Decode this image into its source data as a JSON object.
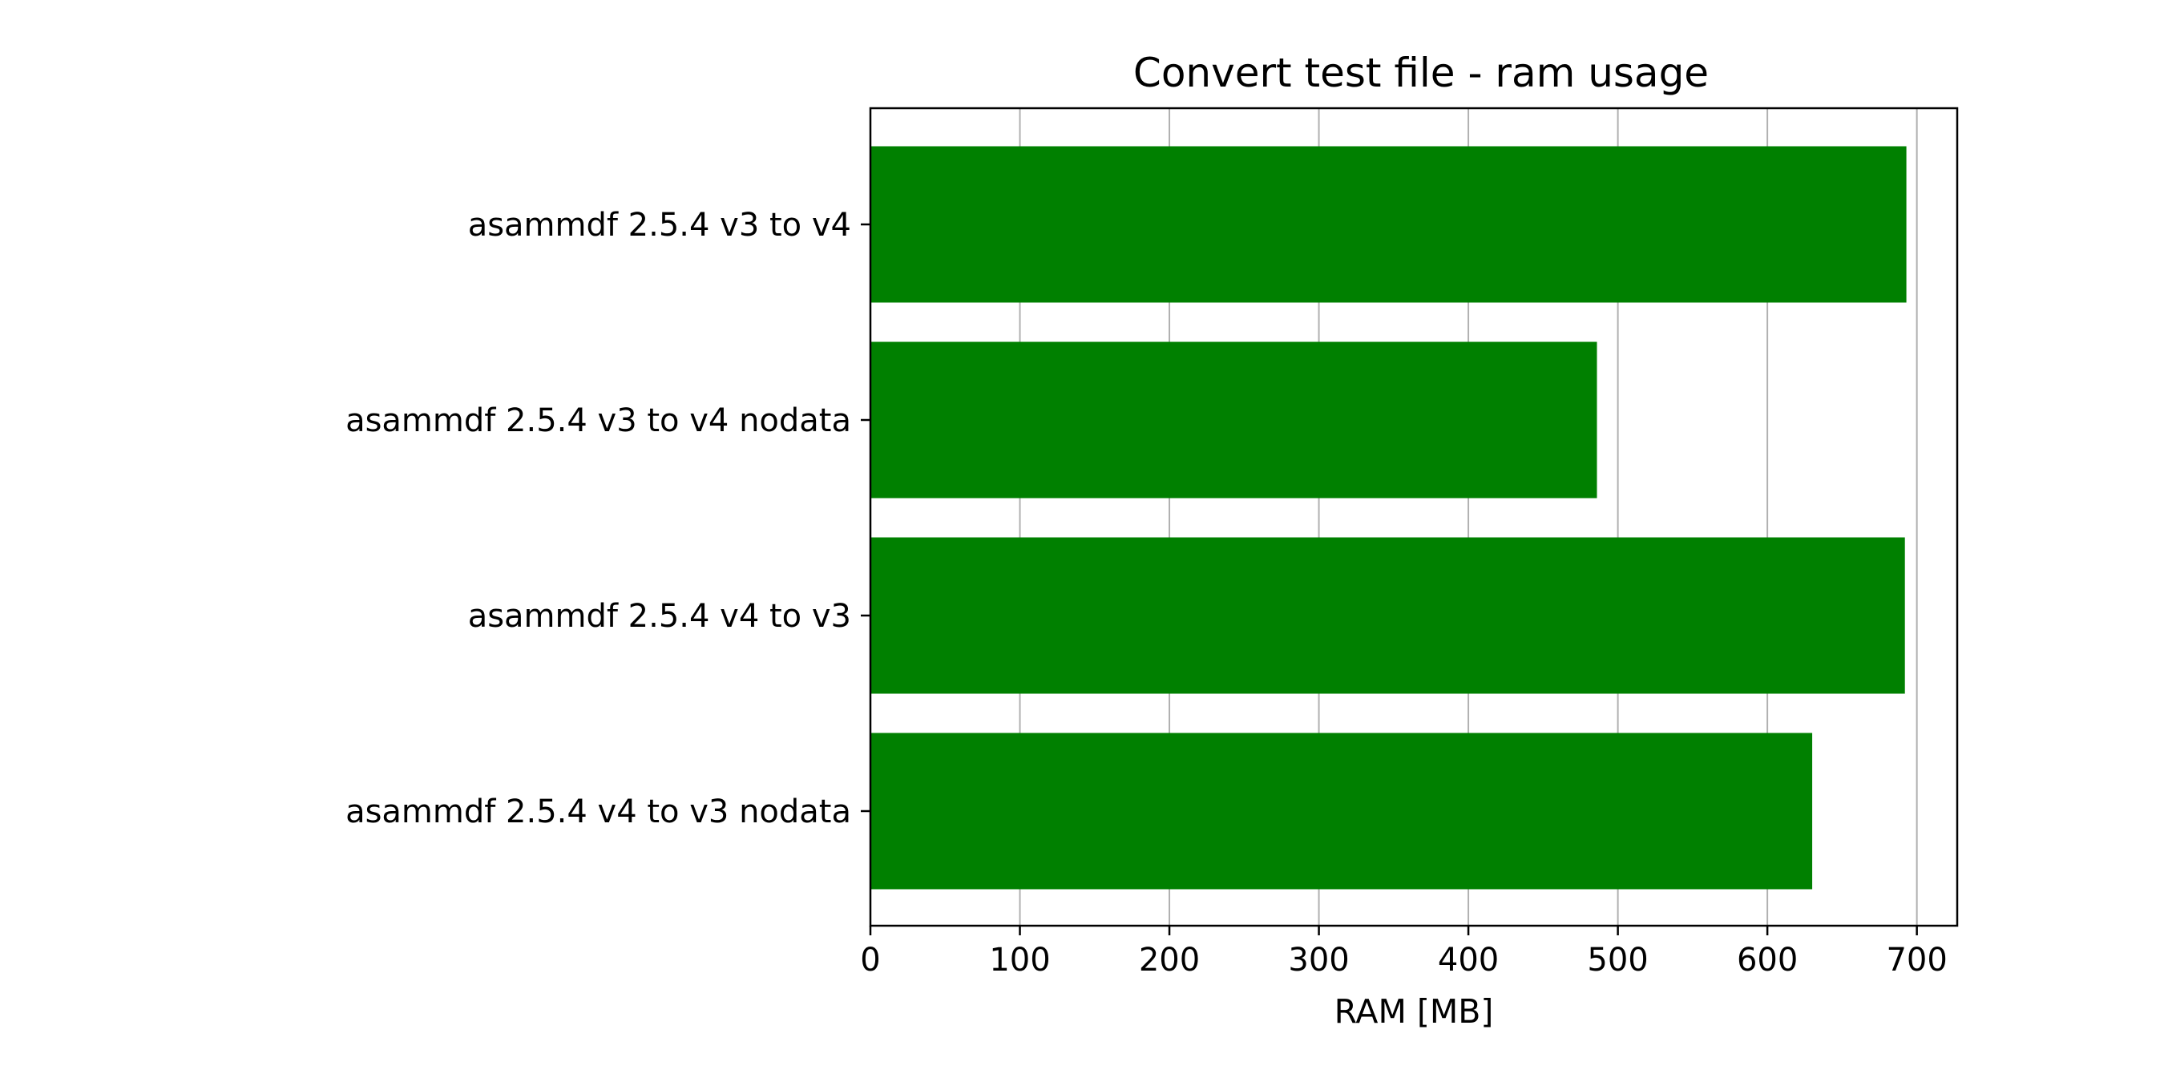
{
  "chart_data": {
    "type": "bar",
    "orientation": "horizontal",
    "title": "Convert test file - ram usage",
    "xlabel": "RAM [MB]",
    "ylabel": "",
    "categories": [
      "asammdf 2.5.4 v3 to v4",
      "asammdf 2.5.4 v3 to v4 nodata",
      "asammdf 2.5.4 v4 to v3",
      "asammdf 2.5.4 v4 to v3 nodata"
    ],
    "values": [
      693,
      486,
      692,
      630
    ],
    "xlim": [
      0,
      727
    ],
    "xticks": [
      0,
      100,
      200,
      300,
      400,
      500,
      600,
      700
    ],
    "xtick_labels": [
      "0",
      "100",
      "200",
      "300",
      "400",
      "500",
      "600",
      "700"
    ],
    "grid": "vertical",
    "bar_color": "#008000",
    "grid_color": "#b0b0b0"
  }
}
